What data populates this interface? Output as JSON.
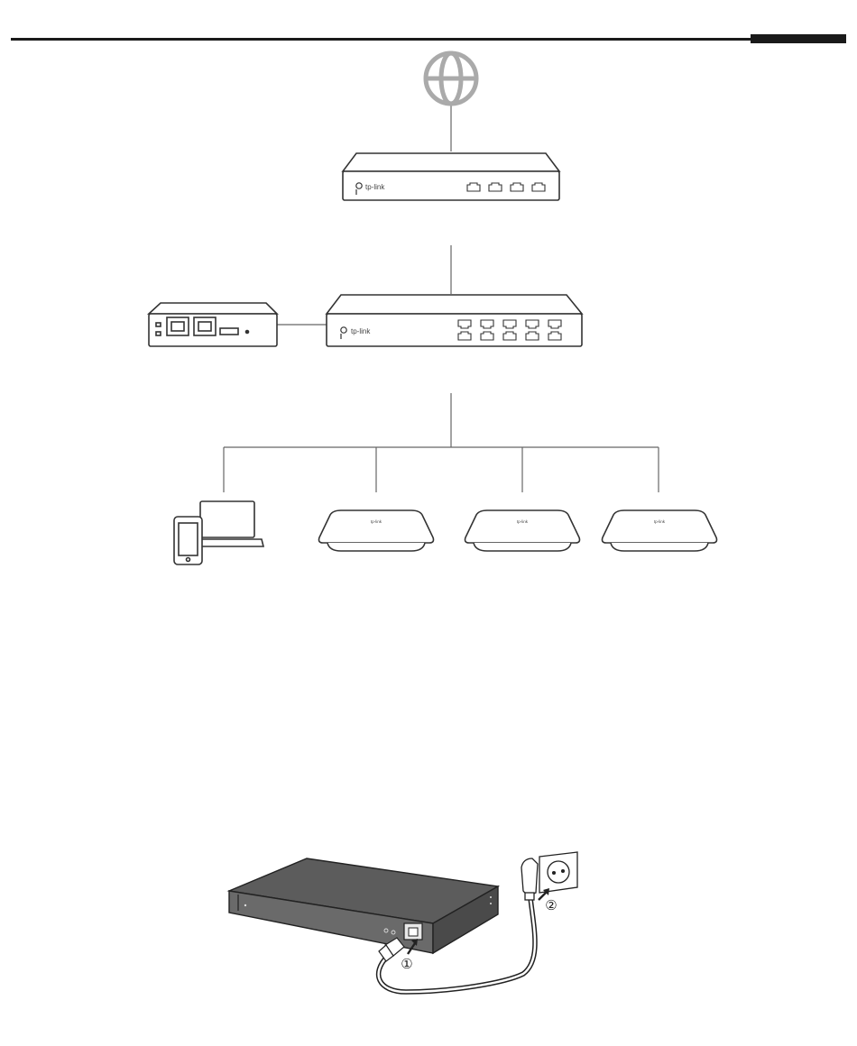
{
  "header": {
    "rule_color": "#1a1a1a",
    "tab_color": "#1a1a1a"
  },
  "diagram": {
    "line_color": "#555555",
    "device_stroke": "#333333",
    "internet_icon_color": "#aaaaaa",
    "router": {
      "brand": "tp-link",
      "port_count": 4
    },
    "switch": {
      "brand": "tp-link",
      "port_count": 10
    },
    "controller": {
      "icon": "controller-icon"
    },
    "clients": {
      "icon": "laptop-phone-icon"
    },
    "access_points": [
      {
        "brand": "tp-link"
      },
      {
        "brand": "tp-link"
      },
      {
        "brand": "tp-link"
      }
    ]
  },
  "power_illustration": {
    "device_color": "#5c5c5c",
    "step_1": "①",
    "step_2": "②"
  }
}
